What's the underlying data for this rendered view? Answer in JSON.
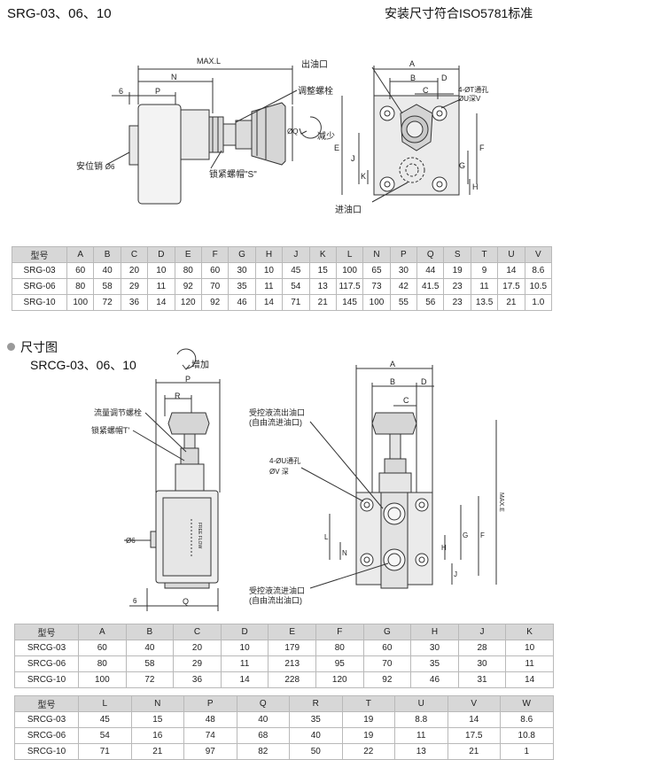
{
  "header": {
    "title1": "SRG-03、06、10",
    "standard": "安装尺寸符合ISO5781标准"
  },
  "section2": {
    "heading": "尺寸图",
    "title": "SRCG-03、06、10"
  },
  "diagram1": {
    "labels": {
      "maxl": "MAX.L",
      "n": "N",
      "p": "P",
      "six": "6",
      "adjust": "调整螺栓",
      "lock": "锁紧螺帽\"S\"",
      "pin": "安位销",
      "pin_dia": "Ø6",
      "q": "ØQ",
      "decrease": "减少",
      "outlet": "出油口",
      "inlet": "进油口",
      "a": "A",
      "b": "B",
      "c": "C",
      "d": "D",
      "holes1": "4-ØT通孔",
      "holes2": "ØU深V",
      "e": "E",
      "f": "F",
      "g": "G",
      "h": "H",
      "j": "J",
      "k": "K"
    }
  },
  "diagram2": {
    "labels": {
      "increase": "增加",
      "p": "P",
      "r": "R",
      "flow_bolt": "流量调节螺栓",
      "lock": "锁紧螺帽T'",
      "free_flow": "FREE FLOW",
      "pin_dia": "Ø6",
      "six": "6",
      "q": "Q",
      "a": "A",
      "b": "B",
      "c": "C",
      "d": "D",
      "outlet1": "受控液流出油口",
      "outlet2": "(自由流进油口)",
      "holes1": "4-ØU通孔",
      "holes2": "ØV 深",
      "maxe": "MAX.E",
      "f": "F",
      "g": "G",
      "h": "H",
      "j": "J",
      "l": "L",
      "n": "N",
      "inlet1": "受控液流进油口",
      "inlet2": "(自由流出油口)"
    }
  },
  "table1": {
    "headers": [
      "型号",
      "A",
      "B",
      "C",
      "D",
      "E",
      "F",
      "G",
      "H",
      "J",
      "K",
      "L",
      "N",
      "P",
      "Q",
      "S",
      "T",
      "U",
      "V"
    ],
    "rows": [
      [
        "SRG-03",
        "60",
        "40",
        "20",
        "10",
        "80",
        "60",
        "30",
        "10",
        "45",
        "15",
        "100",
        "65",
        "30",
        "44",
        "19",
        "9",
        "14",
        "8.6"
      ],
      [
        "SRG-06",
        "80",
        "58",
        "29",
        "11",
        "92",
        "70",
        "35",
        "11",
        "54",
        "13",
        "117.5",
        "73",
        "42",
        "41.5",
        "23",
        "11",
        "17.5",
        "10.5"
      ],
      [
        "SRG-10",
        "100",
        "72",
        "36",
        "14",
        "120",
        "92",
        "46",
        "14",
        "71",
        "21",
        "145",
        "100",
        "55",
        "56",
        "23",
        "13.5",
        "21",
        "1.0"
      ]
    ]
  },
  "table2": {
    "headers": [
      "型号",
      "A",
      "B",
      "C",
      "D",
      "E",
      "F",
      "G",
      "H",
      "J",
      "K"
    ],
    "rows": [
      [
        "SRCG-03",
        "60",
        "40",
        "20",
        "10",
        "179",
        "80",
        "60",
        "30",
        "28",
        "10"
      ],
      [
        "SRCG-06",
        "80",
        "58",
        "29",
        "11",
        "213",
        "95",
        "70",
        "35",
        "30",
        "11"
      ],
      [
        "SRCG-10",
        "100",
        "72",
        "36",
        "14",
        "228",
        "120",
        "92",
        "46",
        "31",
        "14"
      ]
    ]
  },
  "table3": {
    "headers": [
      "型号",
      "L",
      "N",
      "P",
      "Q",
      "R",
      "T",
      "U",
      "V",
      "W"
    ],
    "rows": [
      [
        "SRCG-03",
        "45",
        "15",
        "48",
        "40",
        "35",
        "19",
        "8.8",
        "14",
        "8.6"
      ],
      [
        "SRCG-06",
        "54",
        "16",
        "74",
        "68",
        "40",
        "19",
        "11",
        "17.5",
        "10.8"
      ],
      [
        "SRCG-10",
        "71",
        "21",
        "97",
        "82",
        "50",
        "22",
        "13",
        "21",
        "1"
      ]
    ]
  }
}
